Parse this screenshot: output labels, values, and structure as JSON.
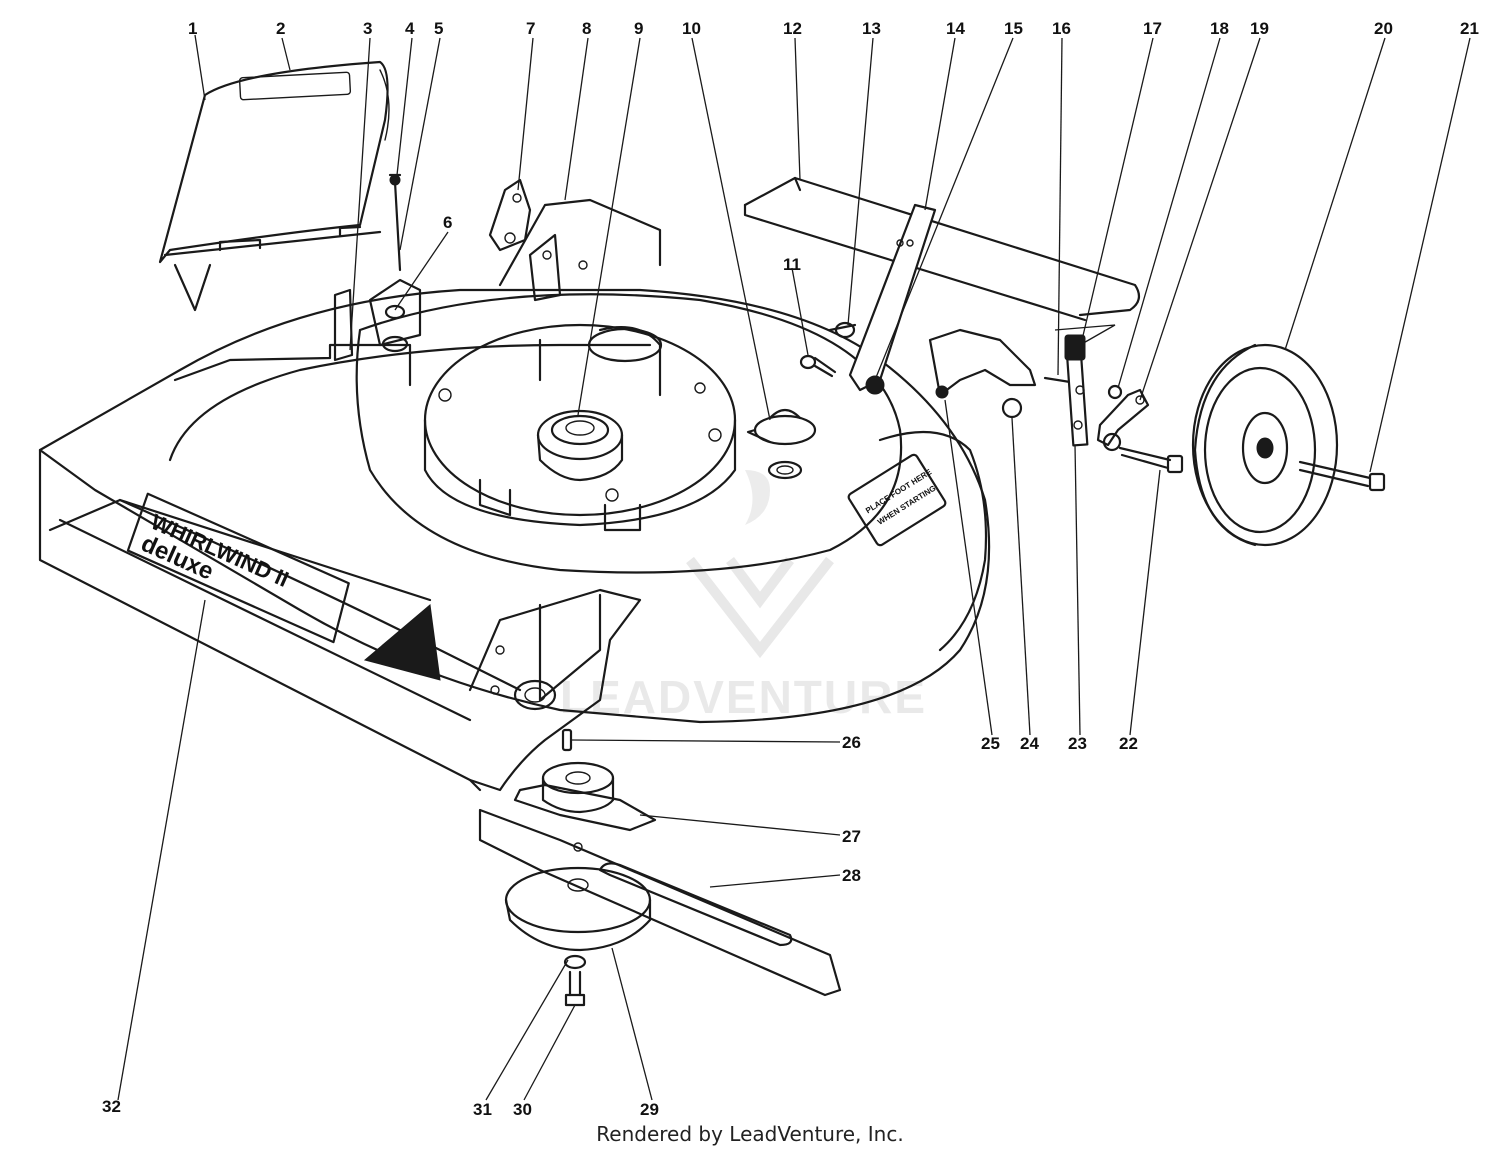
{
  "diagram": {
    "watermark": "LEADVENTURE",
    "decals": {
      "brand_line1": "WHIRLWIND II",
      "brand_line2": "deluxe",
      "foot_line1": "PLACE FOOT HERE",
      "foot_line2": "WHEN STARTING"
    },
    "callouts": [
      "1",
      "2",
      "3",
      "4",
      "5",
      "6",
      "7",
      "8",
      "9",
      "10",
      "11",
      "12",
      "13",
      "14",
      "15",
      "16",
      "17",
      "18",
      "19",
      "20",
      "21",
      "22",
      "23",
      "24",
      "25",
      "26",
      "27",
      "28",
      "29",
      "30",
      "31",
      "32"
    ]
  },
  "footer": {
    "credit": "Rendered by LeadVenture, Inc."
  }
}
